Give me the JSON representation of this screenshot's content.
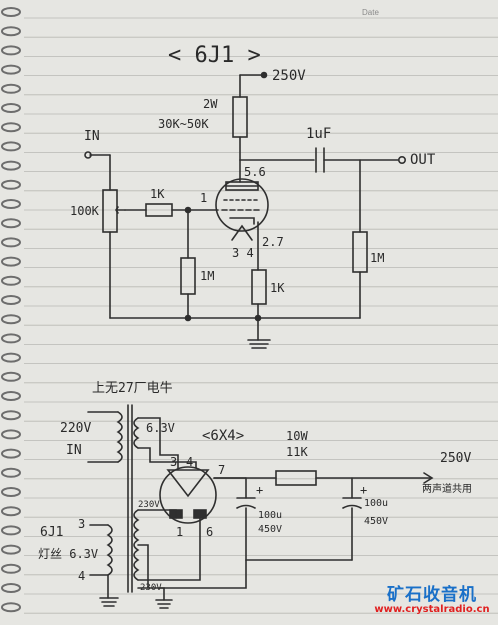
{
  "header": {
    "date_label": "Date"
  },
  "diagram": {
    "top": {
      "title": "< 6J1 >",
      "supply": "250V",
      "plate_res_power": "2W",
      "plate_res_value": "30K~50K",
      "coupling_cap": "1uF",
      "input_label": "IN",
      "output_label": "OUT",
      "volume_pot": "100K",
      "grid_stop": "1K",
      "grid_pin": "1",
      "plate_pins": "5.6",
      "heater_pins": "3 4",
      "cathode_pins": "2.7",
      "grid_leak": "1M",
      "cathode_res": "1K",
      "output_leak": "1M"
    },
    "bottom": {
      "transformer_title": "上无27厂电牛",
      "mains_voltage": "220V",
      "mains_label": "IN",
      "heater_rect": "6.3V",
      "rectifier_tube": "<6X4>",
      "resistor_power": "10W",
      "resistor_value": "11K",
      "out_supply": "250V",
      "out_note": "两声道共用",
      "pin3": "3",
      "pin4": "4",
      "pin7": "7",
      "pin1": "1",
      "pin6": "6",
      "hv_top": "230V",
      "hv_bottom": "230V",
      "cap1_value": "100u",
      "cap1_voltage": "450V",
      "cap2_value": "100u",
      "cap2_voltage": "450V",
      "tube_label": "6J1",
      "filament_label": "灯丝 6.3V",
      "fil_pin3": "3",
      "fil_pin4": "4",
      "polarity_plus": "+"
    }
  },
  "watermark": {
    "title": "矿石收音机",
    "url": "www.crystalradio.cn"
  }
}
